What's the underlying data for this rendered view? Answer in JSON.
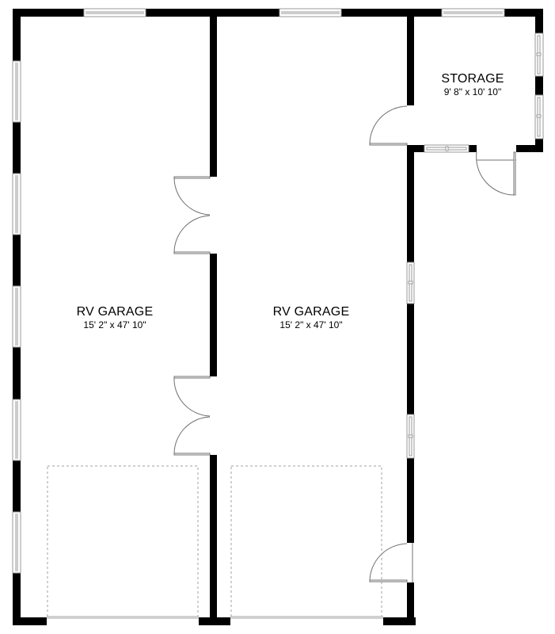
{
  "rooms": [
    {
      "id": "rv-garage-left",
      "name": "RV GARAGE",
      "dimensions": "15' 2\" x 47' 10\""
    },
    {
      "id": "rv-garage-right",
      "name": "RV GARAGE",
      "dimensions": "15' 2\" x 47' 10\""
    },
    {
      "id": "storage",
      "name": "STORAGE",
      "dimensions": "9' 8\" x 10' 10\""
    }
  ],
  "colors": {
    "wall": "#000000",
    "window": "#9a9a9a",
    "door": "#707070",
    "garage_door_outline": "#a0a0a0",
    "background": "#ffffff"
  }
}
